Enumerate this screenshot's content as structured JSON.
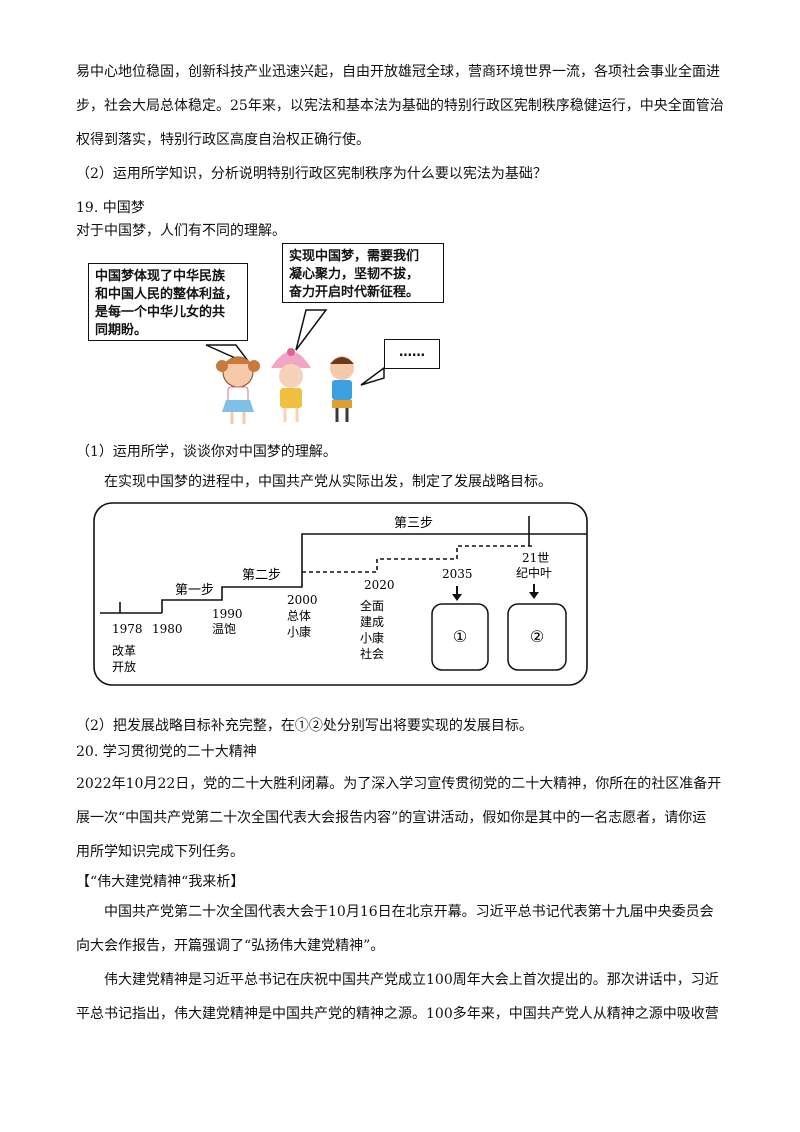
{
  "intro": {
    "line1": "易中心地位稳固，创新科技产业迅速兴起，自由开放雄冠全球，营商环境世界一流，各项社会事业全面进",
    "line2": "步，社会大局总体稳定。25年来，以宪法和基本法为基础的特别行政区宪制秩序稳健运行，中央全面管治",
    "line3": "权得到落实，特别行政区高度自治权正确行使。"
  },
  "q18_2": "（2）运用所学知识，分析说明特别行政区宪制秩序为什么要以宪法为基础？",
  "q19": {
    "title": "19. 中国梦",
    "intro": "对于中国梦，人们有不同的理解。",
    "bubble_left": [
      "中国梦体现了中华民族",
      "和中国人民的整体利益，",
      "是每一个中华儿女的共",
      "同期盼。"
    ],
    "bubble_mid": [
      "实现中国梦，需要我们",
      "凝心聚力，坚韧不拔，",
      "奋力开启时代新征程。"
    ],
    "bubble_right": "……",
    "q1": "（1）运用所学，谈谈你对中国梦的理解。",
    "context": "在实现中国梦的进程中，中国共产党从实际出发，制定了发展战略目标。",
    "diagram": {
      "step1": "第一步",
      "step2": "第二步",
      "step3": "第三步",
      "y1978": "1978",
      "y1980": "1980",
      "y1990": "1990",
      "y2000": "2000",
      "y2020": "2020",
      "y2035": "2035",
      "c1978": [
        "改革",
        "开放"
      ],
      "c1990": "温饱",
      "c2000": [
        "总体",
        "小康"
      ],
      "c2020": [
        "全面",
        "建成",
        "小康",
        "社会"
      ],
      "c21": [
        "21世",
        "纪中叶"
      ],
      "box1": "①",
      "box2": "②"
    },
    "q2": "（2）把发展战略目标补充完整，在①②处分别写出将要实现的发展目标。"
  },
  "q20": {
    "title": "20. 学习贯彻党的二十大精神",
    "p1": "2022年10月22日，党的二十大胜利闭幕。为了深入学习宣传贯彻党的二十大精神，你所在的社区准备开",
    "p2": "展一次“中国共产党第二十次全国代表大会报告内容”的宣讲活动，假如你是其中的一名志愿者，请你运",
    "p3": "用所学知识完成下列任务。",
    "section": "【“伟大建党精神“我来析】",
    "s1": "中国共产党第二十次全国代表大会于10月16日在北京开幕。习近平总书记代表第十九届中央委员会",
    "s2": "向大会作报告，开篇强调了“弘扬伟大建党精神”。",
    "s3": "伟大建党精神是习近平总书记在庆祝中国共产党成立100周年大会上首次提出的。那次讲话中，习近",
    "s4": "平总书记指出，伟大建党精神是中国共产党的精神之源。100多年来，中国共产党人从精神之源中吸收营"
  }
}
